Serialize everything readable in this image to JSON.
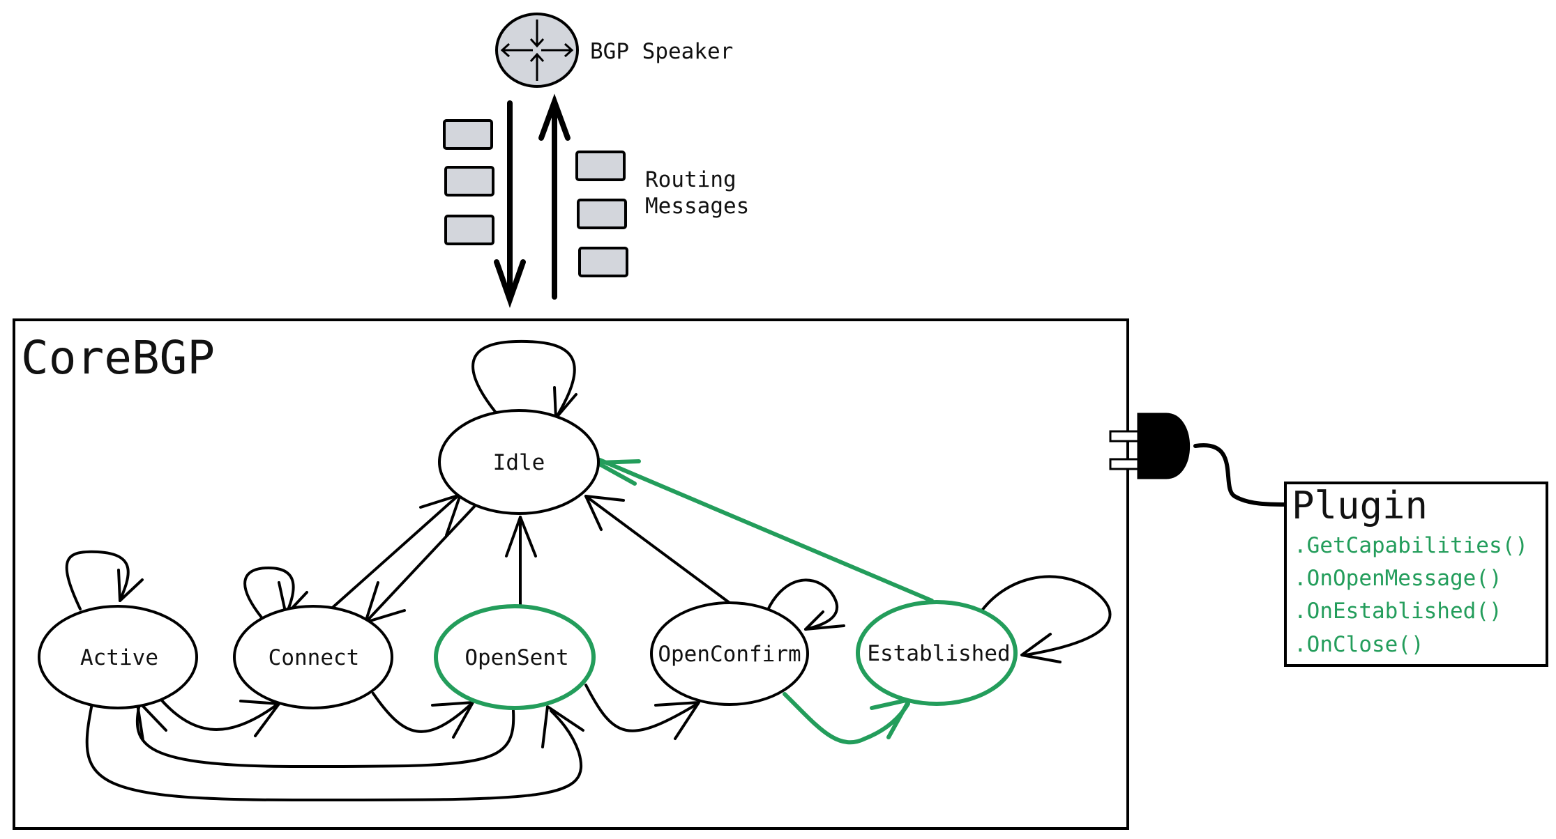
{
  "speaker": {
    "label": "BGP Speaker"
  },
  "messages": {
    "line1": "Routing",
    "line2": "Messages"
  },
  "core": {
    "title": "CoreBGP",
    "states": {
      "idle": "Idle",
      "active": "Active",
      "connect": "Connect",
      "opensent": "OpenSent",
      "openconfirm": "OpenConfirm",
      "established": "Established"
    }
  },
  "plugin": {
    "title": "Plugin",
    "methods": [
      ".GetCapabilities()",
      ".OnOpenMessage()",
      ".OnEstablished()",
      ".OnClose()"
    ]
  },
  "colors": {
    "highlight": "#239d5b",
    "ink": "#000000",
    "fill_gray": "#d3d6dc"
  }
}
